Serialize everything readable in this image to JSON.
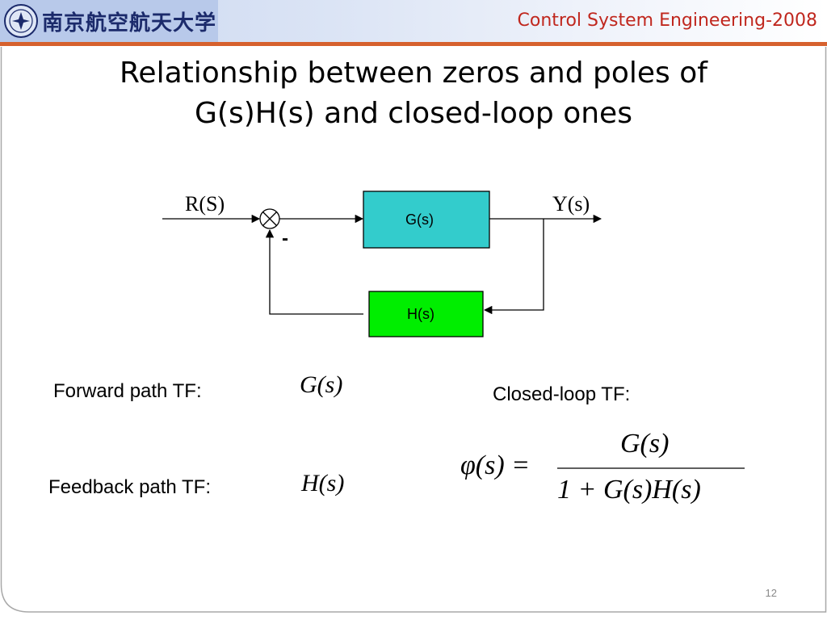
{
  "header": {
    "university": "南京航空航天大学",
    "course": "Control System Engineering-2008"
  },
  "title": {
    "line1": "Relationship between zeros and poles of",
    "line2": "G(s)H(s) and closed-loop ones"
  },
  "diagram": {
    "input": "R(S)",
    "output": "Y(s)",
    "forward_block": "G(s)",
    "feedback_block": "H(s)",
    "sign": "-"
  },
  "formulas": {
    "forward_label": "Forward path TF:",
    "forward_expr": "G(s)",
    "feedback_label": "Feedback path TF:",
    "feedback_expr": "H(s)",
    "closed_label": "Closed-loop TF:",
    "closed_lhs": "φ(s) =",
    "closed_num": "G(s)",
    "closed_den": "1 + G(s)H(s)"
  },
  "footer": {
    "page": "12"
  },
  "colors": {
    "accent_rule": "#d6612e",
    "course_text": "#c0271e",
    "g_block": "#33cccc",
    "h_block": "#00ee00"
  }
}
